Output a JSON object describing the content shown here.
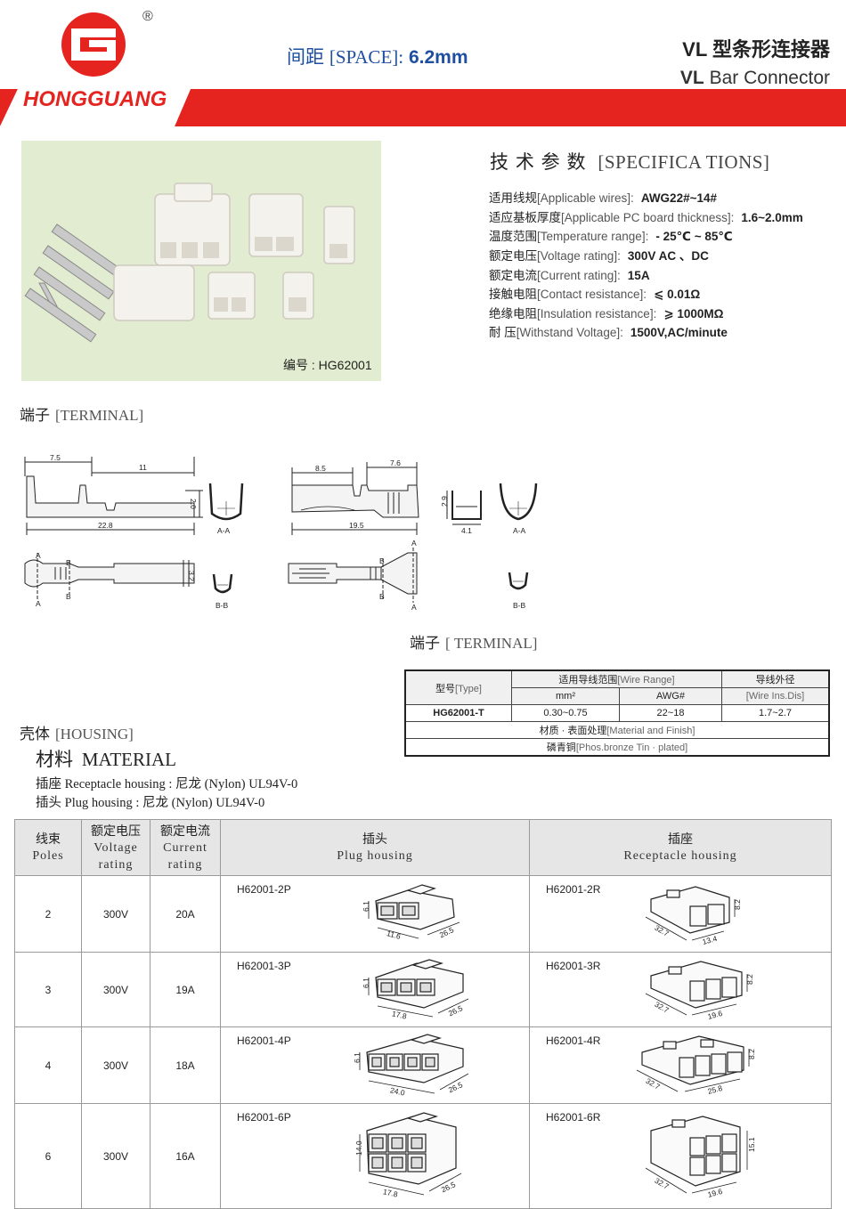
{
  "brand": {
    "name": "HONGGUANG",
    "registered": "®",
    "colors": {
      "red": "#e52420",
      "blue": "#1f4fa0"
    }
  },
  "header": {
    "spacing_cn": "间距",
    "spacing_en": "[SPACE]:",
    "spacing_value": "6.2mm",
    "title_prefix": "VL",
    "title_cn": "型条形连接器",
    "title_en": "Bar Connector"
  },
  "photo": {
    "code_label": "编号 : HG62001"
  },
  "specifications": {
    "title_cn": "技 术 参 数",
    "title_en": "[SPECIFICA TIONS]",
    "rows": [
      {
        "cn": "适用线规",
        "en": "[Applicable wires]:",
        "value": "AWG22#~14#"
      },
      {
        "cn": "适应基板厚度",
        "en": "[Applicable PC board thickness]:",
        "value": "1.6~2.0mm"
      },
      {
        "cn": "温度范围",
        "en": "[Temperature range]:",
        "value": "- 25℃ ~ 85℃"
      },
      {
        "cn": "额定电压",
        "en": "[Voltage rating]:",
        "value": "300V  AC 、DC"
      },
      {
        "cn": "额定电流",
        "en": "[Current rating]:",
        "value": "15A"
      },
      {
        "cn": "接触电阻",
        "en": "[Contact resistance]:",
        "value": "⩽ 0.01Ω"
      },
      {
        "cn": "绝缘电阻",
        "en": "[Insulation resistance]:",
        "value": "⩾ 1000MΩ"
      },
      {
        "cn": "耐      压",
        "en": "[Withstand Voltage]:",
        "value": "1500V,AC/minute"
      }
    ]
  },
  "terminal": {
    "heading_cn": "端子",
    "heading_en": "[TERMINAL]",
    "heading2_en": "[ TERMINAL]",
    "dims": {
      "d1": "7.5",
      "d2": "11",
      "d3": "22.8",
      "d4": "2.0",
      "d5": "8.5",
      "d6": "7.6",
      "d7": "19.5",
      "d8": "2.9",
      "d9": "4.1",
      "d10": "3.2"
    },
    "section_labels": {
      "a": "A",
      "b": "B",
      "aa": "A-A",
      "bb": "B-B"
    }
  },
  "wire_table": {
    "type_cn": "型号",
    "type_en": "[Type]",
    "range_cn": "适用导线范围",
    "range_en": "[Wire Range]",
    "od_cn": "导线外径",
    "od_en": "[Wire Ins.Dis]",
    "mm2": "mm²",
    "awg": "AWG#",
    "model": "HG62001-T",
    "range_mm2": "0.30~0.75",
    "range_awg": "22~18",
    "od": "1.7~2.7",
    "material_cn": "材质 · 表面处理",
    "material_en": "[Material and Finish]",
    "finish_cn": "磷青铜",
    "finish_en": "[Phos.bronze Tin · plated]"
  },
  "housing": {
    "heading_cn": "壳体",
    "heading_en": "[HOUSING]",
    "material_cn": "材料",
    "material_en": "MATERIAL",
    "receptacle": "插座   Receptacle housing    : 尼龙 (Nylon) UL94V-0",
    "plug": "插头   Plug housing  : 尼龙 (Nylon) UL94V-0"
  },
  "housing_table": {
    "headers": [
      {
        "cn": "线束",
        "en": "Poles"
      },
      {
        "cn": "额定电压",
        "en": "Voltage rating"
      },
      {
        "cn": "额定电流",
        "en": "Current rating"
      },
      {
        "cn": "插头",
        "en": "Plug housing"
      },
      {
        "cn": "插座",
        "en": "Receptacle housing"
      }
    ],
    "rows": [
      {
        "poles": "2",
        "voltage": "300V",
        "current": "20A",
        "plug": "H62001-2P",
        "receptacle": "H62001-2R",
        "plug_dims": [
          "6.1",
          "11.6",
          "26.5"
        ],
        "rec_dims": [
          "32.7",
          "13.4",
          "8.2"
        ]
      },
      {
        "poles": "3",
        "voltage": "300V",
        "current": "19A",
        "plug": "H62001-3P",
        "receptacle": "H62001-3R",
        "plug_dims": [
          "6.1",
          "17.8",
          "26.5"
        ],
        "rec_dims": [
          "32.7",
          "19.6",
          "8.2"
        ]
      },
      {
        "poles": "4",
        "voltage": "300V",
        "current": "18A",
        "plug": "H62001-4P",
        "receptacle": "H62001-4R",
        "plug_dims": [
          "6.1",
          "24.0",
          "26.5"
        ],
        "rec_dims": [
          "32.7",
          "25.8",
          "8.2"
        ]
      },
      {
        "poles": "6",
        "voltage": "300V",
        "current": "16A",
        "plug": "H62001-6P",
        "receptacle": "H62001-6R",
        "plug_dims": [
          "14.0",
          "17.8",
          "26.5"
        ],
        "rec_dims": [
          "32.7",
          "19.6",
          "15.1"
        ]
      }
    ]
  }
}
